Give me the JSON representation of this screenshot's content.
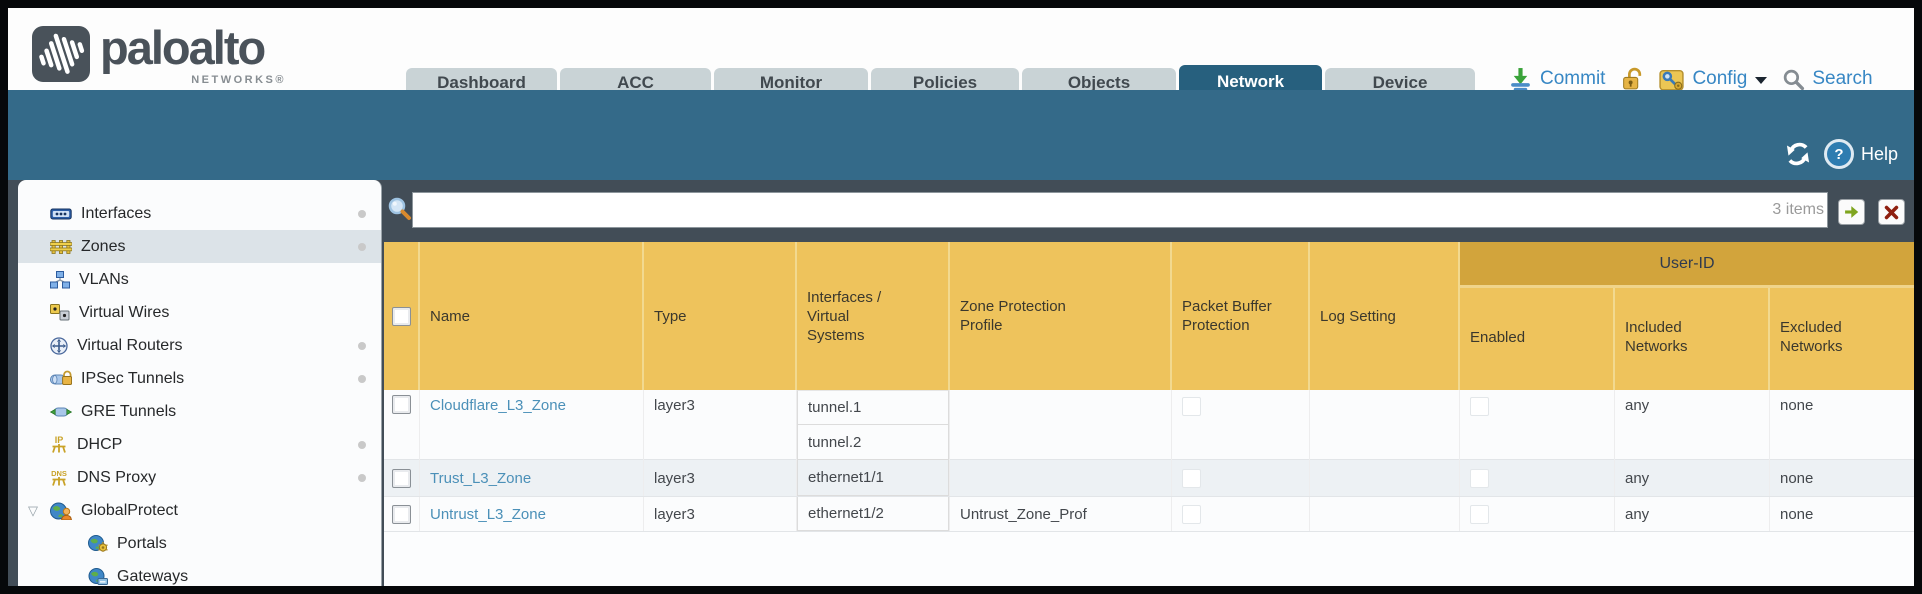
{
  "brand": {
    "logo_text": "paloalto",
    "logo_sub": "NETWORKS®"
  },
  "nav": {
    "tabs": [
      {
        "label": "Dashboard",
        "active": false
      },
      {
        "label": "ACC",
        "active": false
      },
      {
        "label": "Monitor",
        "active": false
      },
      {
        "label": "Policies",
        "active": false
      },
      {
        "label": "Objects",
        "active": false
      },
      {
        "label": "Network",
        "active": true
      },
      {
        "label": "Device",
        "active": false
      }
    ]
  },
  "utilities": {
    "commit_label": "Commit",
    "config_label": "Config",
    "search_label": "Search"
  },
  "band": {
    "help_label": "Help",
    "help_qmark": "?"
  },
  "sidebar": {
    "items": [
      {
        "label": "Interfaces",
        "icon": "interfaces-icon",
        "dot": true
      },
      {
        "label": "Zones",
        "icon": "zones-icon",
        "selected": true,
        "dot": true
      },
      {
        "label": "VLANs",
        "icon": "vlans-icon"
      },
      {
        "label": "Virtual Wires",
        "icon": "virtual-wires-icon"
      },
      {
        "label": "Virtual Routers",
        "icon": "virtual-routers-icon",
        "dot": true
      },
      {
        "label": "IPSec Tunnels",
        "icon": "ipsec-tunnels-icon",
        "dot": true
      },
      {
        "label": "GRE Tunnels",
        "icon": "gre-tunnels-icon"
      },
      {
        "label": "DHCP",
        "icon": "dhcp-icon",
        "dot": true
      },
      {
        "label": "DNS Proxy",
        "icon": "dns-proxy-icon",
        "dot": true
      },
      {
        "label": "GlobalProtect",
        "icon": "globalprotect-icon",
        "expanded": true
      },
      {
        "label": "Portals",
        "icon": "portals-icon",
        "child": true
      },
      {
        "label": "Gateways",
        "icon": "gateways-icon",
        "child": true
      }
    ]
  },
  "toolbar": {
    "items_count": "3 items"
  },
  "table": {
    "user_id_group_label": "User-ID",
    "columns": [
      "Name",
      "Type",
      "Interfaces / Virtual Systems",
      "Zone Protection Profile",
      "Packet Buffer Protection",
      "Log Setting",
      "Enabled",
      "Included Networks",
      "Excluded Networks"
    ],
    "rows": [
      {
        "name": "Cloudflare_L3_Zone",
        "type": "layer3",
        "interfaces": [
          "tunnel.1",
          "tunnel.2"
        ],
        "zone_protection_profile": "",
        "log_setting": "",
        "included_networks": "any",
        "excluded_networks": "none"
      },
      {
        "name": "Trust_L3_Zone",
        "type": "layer3",
        "interfaces": [
          "ethernet1/1"
        ],
        "zone_protection_profile": "",
        "log_setting": "",
        "included_networks": "any",
        "excluded_networks": "none"
      },
      {
        "name": "Untrust_L3_Zone",
        "type": "layer3",
        "interfaces": [
          "ethernet1/2"
        ],
        "zone_protection_profile": "Untrust_Zone_Prof",
        "log_setting": "",
        "included_networks": "any",
        "excluded_networks": "none"
      }
    ]
  },
  "colors": {
    "accent_teal": "#346a89",
    "active_tab": "#27607e",
    "header_gold": "#eec35c",
    "user_id_gold": "#d2a43c",
    "link_blue": "#4b90b8",
    "utility_blue": "#3787c4"
  }
}
